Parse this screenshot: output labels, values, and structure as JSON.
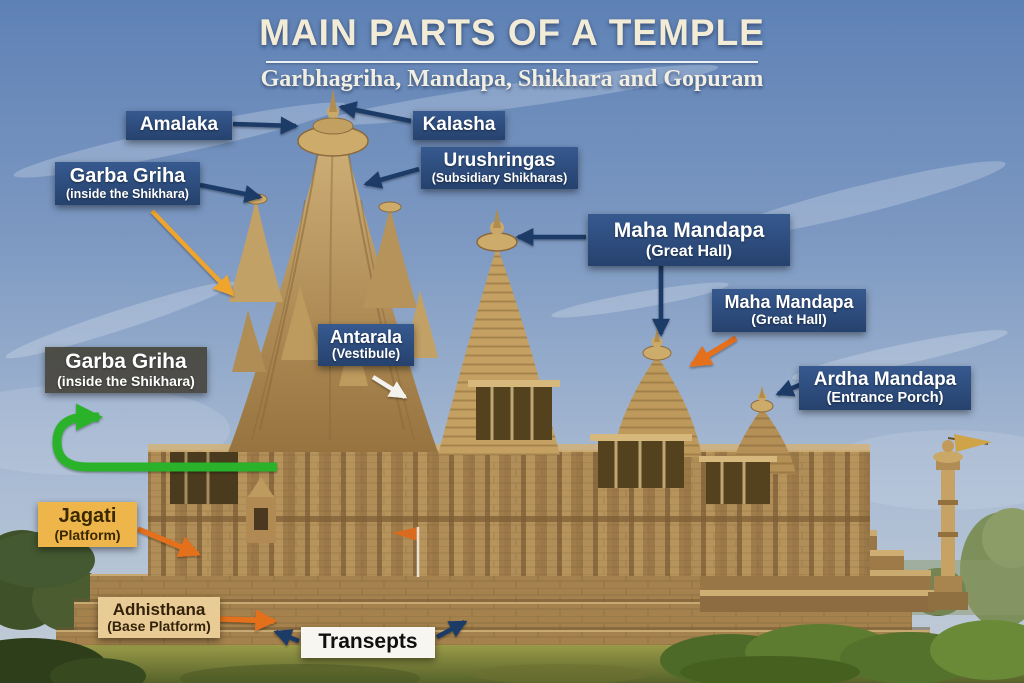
{
  "header": {
    "title": "MAIN PARTS OF A TEMPLE",
    "subtitle": "Garbhagriha, Mandapa, Shikhara and Gopuram"
  },
  "labels": [
    {
      "id": "amalaka",
      "title": "Amalaka"
    },
    {
      "id": "kalasha",
      "title": "Kalasha"
    },
    {
      "id": "garba-griha-upper",
      "title": "Garba Griha",
      "sub": "(inside the Shikhara)"
    },
    {
      "id": "urushringas",
      "title": "Urushringas",
      "sub": "(Subsidiary Shikharas)"
    },
    {
      "id": "maha-mandapa-1",
      "title": "Maha Mandapa",
      "sub": "(Great Hall)"
    },
    {
      "id": "maha-mandapa-2",
      "title": "Maha Mandapa",
      "sub": "(Great Hall)"
    },
    {
      "id": "antarala",
      "title": "Antarala",
      "sub": "(Vestibule)"
    },
    {
      "id": "ardha-mandapa",
      "title": "Ardha Mandapa",
      "sub": "(Entrance Porch)"
    },
    {
      "id": "garba-griha-lower",
      "title": "Garba Griha",
      "sub": "(inside the Shikhara)"
    },
    {
      "id": "jagati",
      "title": "Jagati",
      "sub": "(Platform)"
    },
    {
      "id": "adhisthana",
      "title": "Adhisthana",
      "sub": "(Base Platform)"
    },
    {
      "id": "transepts",
      "title": "Transepts"
    }
  ],
  "colors": {
    "navy_box": "#2a4977",
    "gray_box": "#48463e",
    "amber_box": "#eeb54a",
    "tan_box": "#e9cb96",
    "white_box": "#f7f6f0",
    "arrow_navy": "#1d3a66",
    "arrow_orange": "#e4701e",
    "arrow_yellow": "#efa42f",
    "arrow_white": "#f4f2ec",
    "arrow_green": "#2bb32b",
    "title_text": "#f2ecd7"
  }
}
